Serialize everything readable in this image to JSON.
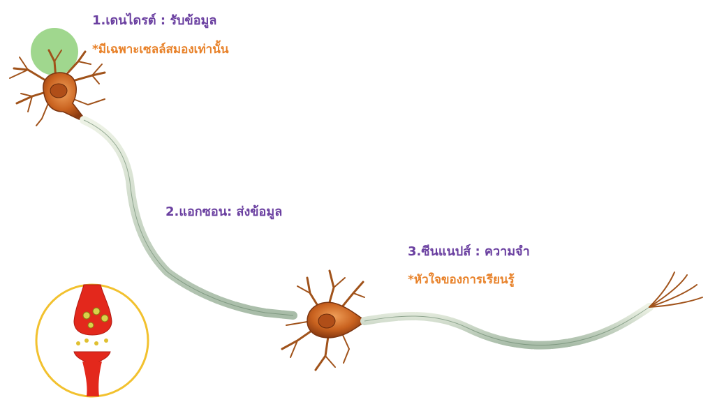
{
  "labels": {
    "dendrite_title": "1.เดนไดรต์ : รับข้อมูล",
    "dendrite_note": "*มีเฉพาะเซลล์สมองเท่านั้น",
    "axon_title": "2.แอกซอน: ส่งข้อมูล",
    "synapse_title": "3.ซีนแนปส์ : ความจำ",
    "synapse_note": "*หัวใจของการเรียนรู้"
  },
  "colors": {
    "title_purple": "#6a3fa0",
    "note_orange": "#e8822a",
    "highlight_green": "#8fd07a",
    "zoom_ring_yellow": "#f2c12e",
    "cell_body": "#c9621f",
    "axon_sheath": "#c8d8c4",
    "synapse_red": "#e3281c"
  },
  "icons": {
    "top_neuron": "neuron-cell-illustration",
    "middle_neuron": "neuron-cell-illustration",
    "zoom_inset": "synapse-closeup-illustration"
  }
}
